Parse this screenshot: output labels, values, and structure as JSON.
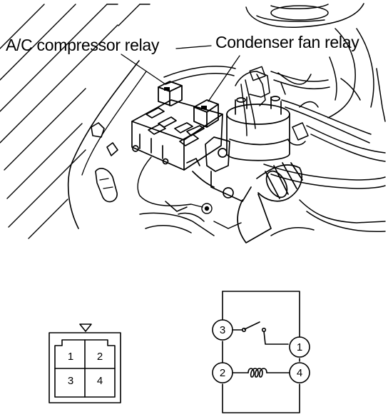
{
  "callouts": {
    "ac_compressor_relay": "A/C compressor relay",
    "condenser_fan_relay": "Condenser fan relay"
  },
  "connector": {
    "pins": [
      "1",
      "2",
      "3",
      "4"
    ]
  },
  "circuit": {
    "terminals": [
      "3",
      "1",
      "2",
      "4"
    ]
  },
  "colors": {
    "ink": "#000000",
    "paper": "#ffffff"
  }
}
